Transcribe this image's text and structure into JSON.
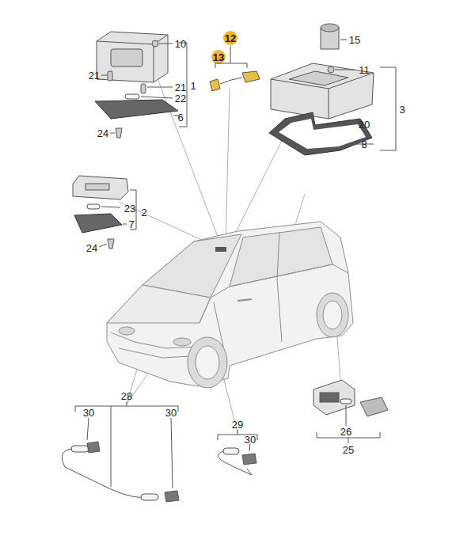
{
  "diagram": {
    "labels": [
      "12",
      "10",
      "13",
      "15",
      "21",
      "21",
      "11",
      "22",
      "1",
      "3",
      "6",
      "20",
      "24",
      "8",
      "23",
      "2",
      "7",
      "24",
      "28",
      "30",
      "30",
      "29",
      "30",
      "26",
      "25"
    ]
  }
}
